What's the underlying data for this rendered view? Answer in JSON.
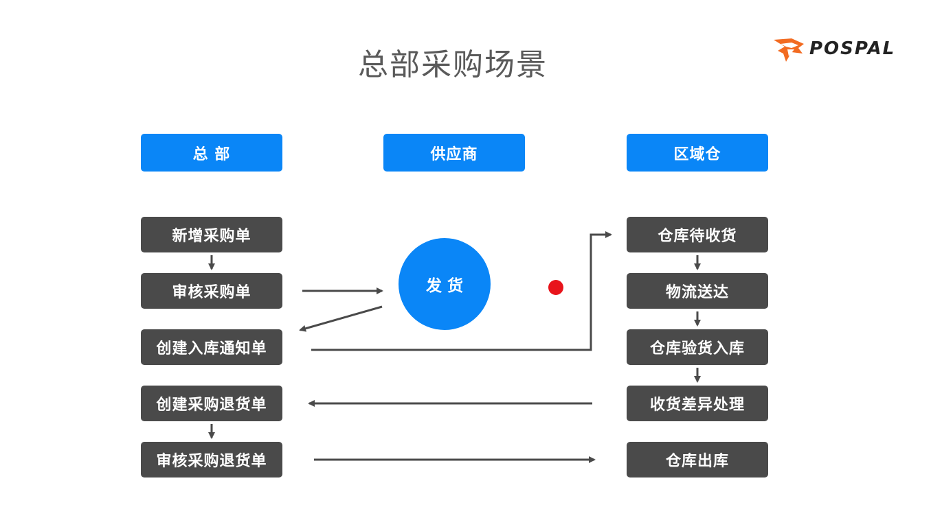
{
  "title": "总部采购场景",
  "logo": {
    "text": "POSPAL"
  },
  "columns": {
    "hq": "总 部",
    "supplier": "供应商",
    "regional": "区域仓"
  },
  "hq_steps": {
    "new_po": "新增采购单",
    "review_po": "审核采购单",
    "create_inbound": "创建入库通知单",
    "create_return": "创建采购退货单",
    "review_return": "审核采购退货单"
  },
  "supplier_steps": {
    "ship": "发 货"
  },
  "warehouse_steps": {
    "await_receipt": "仓库待收货",
    "delivery": "物流送达",
    "inspect_inbound": "仓库验货入库",
    "discrepancy": "收货差异处理",
    "outbound": "仓库出库"
  },
  "colors": {
    "header_blue": "#0a86f7",
    "step_gray": "#4a4a4a",
    "arrow_gray": "#4a4a4a",
    "dot_red": "#e8141b",
    "logo_orange": "#f26b21"
  }
}
